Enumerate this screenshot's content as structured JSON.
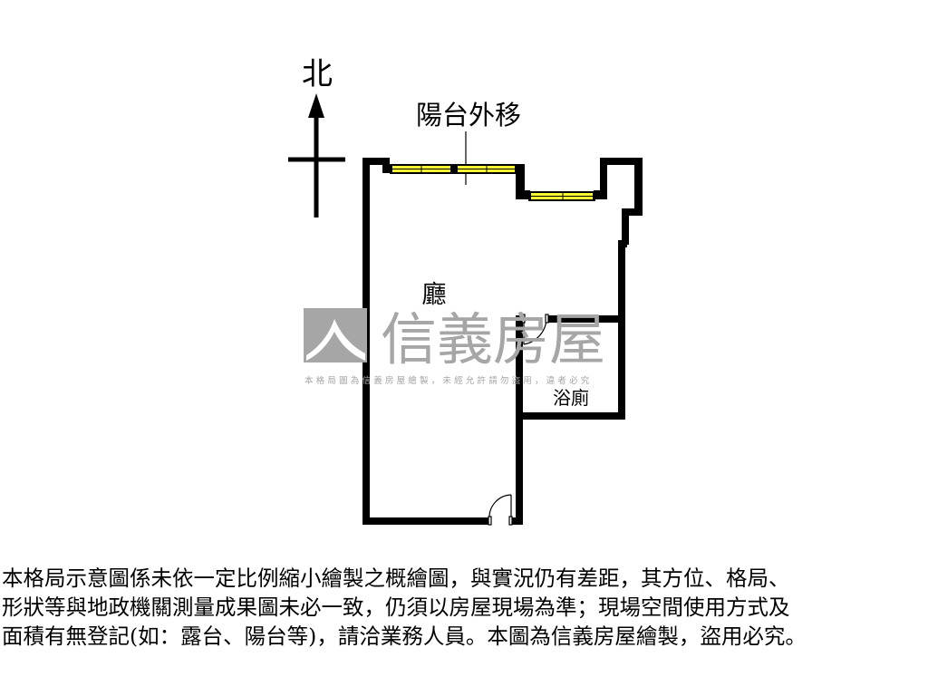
{
  "compass": {
    "label": "北",
    "icon": "north-arrow-icon"
  },
  "annotation": {
    "label": "陽台外移"
  },
  "rooms": {
    "living": "廳",
    "bathroom": "浴廁"
  },
  "watermark": {
    "brand": "信義房屋",
    "notice": "本格局圖為信義房屋繪製，未經允許請勿盜用，違者必究",
    "color": "#a6a6a6"
  },
  "colors": {
    "wall": "#000000",
    "window": "#ffff33"
  },
  "caption": {
    "lines": [
      "本格局示意圖係未依一定比例縮小繪製之概繪圖，與實況仍有差距，其方位、格局、",
      "形狀等與地政機關測量成果圖未必一致，仍須以房屋現場為準；現場空間使用方式及",
      "面積有無登記(如：露台、陽台等)，請洽業務人員。本圖為信義房屋繪製，盜用必究。"
    ]
  }
}
